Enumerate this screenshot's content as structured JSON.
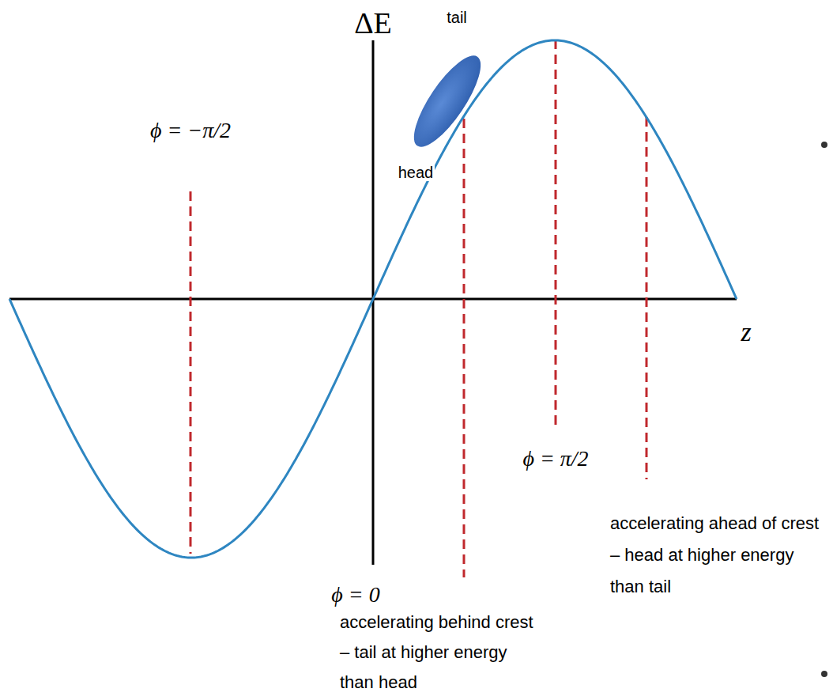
{
  "diagram": {
    "labels": [
      "ΔE",
      "tail",
      "head",
      "ϕ = −π/2",
      "z",
      "ϕ = π/2",
      "ϕ = 0",
      "accelerating ahead of crest – head at higher energy than tail",
      "accelerating behind crest – tail at higher energy than head"
    ]
  }
}
